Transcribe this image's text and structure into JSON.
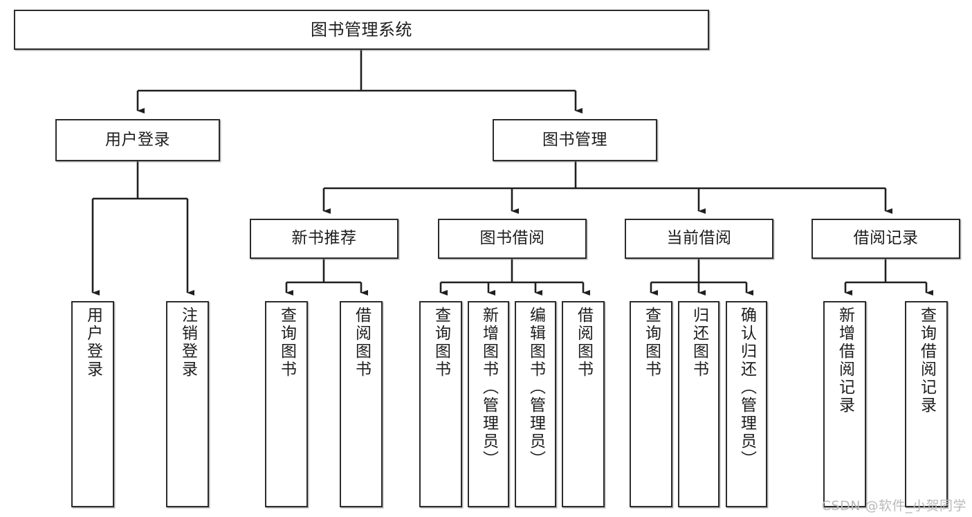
{
  "diagram": {
    "title": "图书管理系统",
    "type": "hierarchy-tree",
    "watermark": "CSDN @软件_小贺同学",
    "colors": {
      "box_border": "#2b2b2b",
      "box_fill": "#ffffff",
      "connector": "#1f1f1f",
      "text": "#1d1d1d",
      "watermark": "#b9b9b9",
      "page_background": "#ffffff"
    },
    "levels": {
      "root": {
        "label": "图书管理系统"
      },
      "level2": [
        {
          "label": "用户登录"
        },
        {
          "label": "图书管理"
        }
      ],
      "level3": [
        {
          "label": "新书推荐"
        },
        {
          "label": "图书借阅"
        },
        {
          "label": "当前借阅"
        },
        {
          "label": "借阅记录"
        }
      ],
      "leaves": {
        "user_login": [
          {
            "label": "用户登录"
          },
          {
            "label": "注销登录"
          }
        ],
        "new_book_recommend": [
          {
            "label": "查询图书"
          },
          {
            "label": "借阅图书"
          }
        ],
        "book_borrow": [
          {
            "label": "查询图书"
          },
          {
            "label": "新增图书（管理员）"
          },
          {
            "label": "编辑图书（管理员）"
          },
          {
            "label": "借阅图书"
          }
        ],
        "current_borrow": [
          {
            "label": "查询图书"
          },
          {
            "label": "归还图书"
          },
          {
            "label": "确认归还（管理员）"
          }
        ],
        "borrow_record": [
          {
            "label": "新增借阅记录"
          },
          {
            "label": "查询借阅记录"
          }
        ]
      }
    }
  }
}
